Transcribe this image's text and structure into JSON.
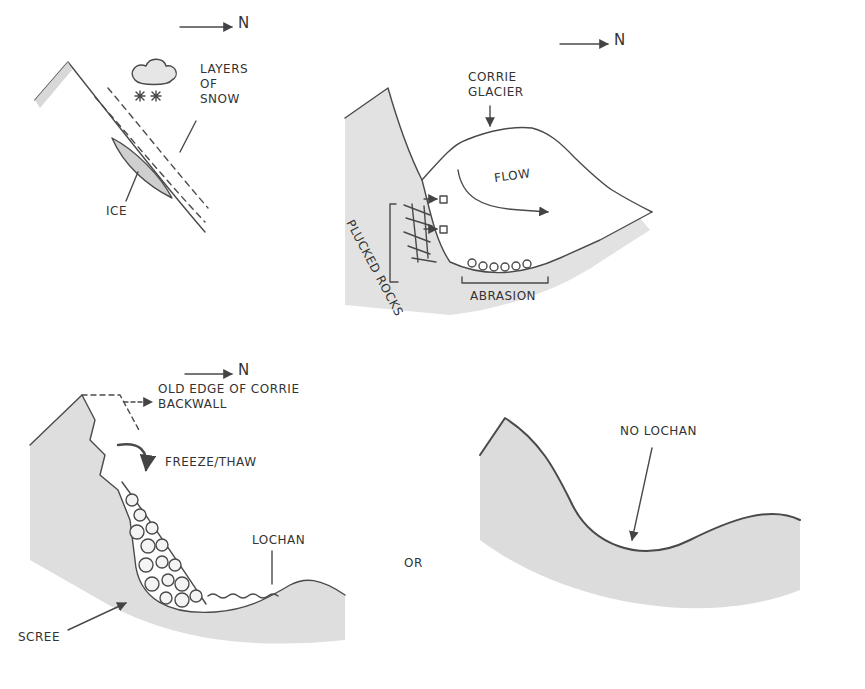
{
  "diagram": {
    "labels": [
      "N",
      "LAYERS OF SNOW",
      "ICE",
      "N",
      "CORRIE GLACIER",
      "FLOW",
      "PLUCKED ROCKS",
      "ABRASION",
      "N",
      "OLD EDGE OF CORRIE BACKWALL",
      "FREEZE/THAW",
      "LOCHAN",
      "SCREE",
      "OR",
      "NO LOCHAN"
    ]
  }
}
